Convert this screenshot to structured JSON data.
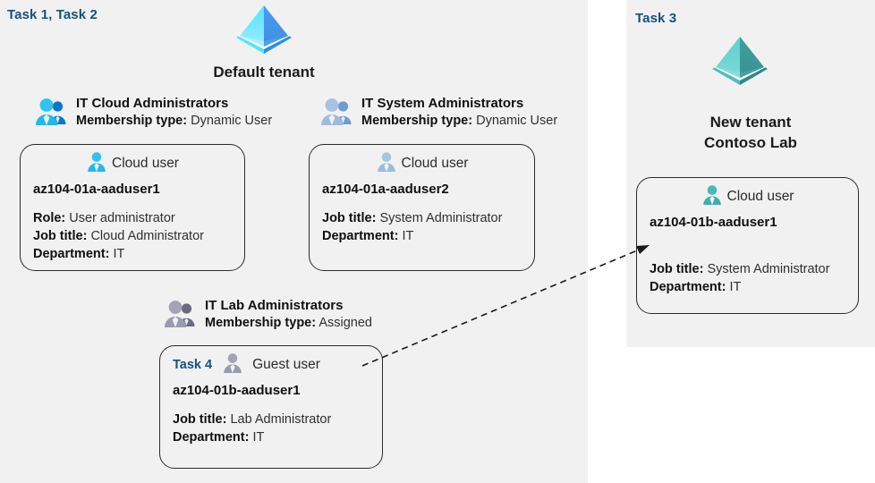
{
  "left_panel": {
    "task_label": "Task 1, Task 2",
    "tenant_name": "Default tenant",
    "tenant_icon": "azure-ad-tenant-icon-blue",
    "groups": [
      {
        "icon": "group-users-icon-cyan",
        "title": "IT Cloud Administrators",
        "meta_label": "Membership type:",
        "meta_value": "Dynamic User"
      },
      {
        "icon": "group-users-icon-blue",
        "title": "IT System Administrators",
        "meta_label": "Membership type:",
        "meta_value": "Dynamic User"
      },
      {
        "icon": "group-users-icon-grey",
        "title": "IT Lab Administrators",
        "meta_label": "Membership type:",
        "meta_value": "Assigned"
      }
    ],
    "cards": [
      {
        "user_icon": "cloud-user-icon-cyan",
        "user_type": "Cloud user",
        "name": "az104-01a-aaduser1",
        "attrs": [
          {
            "label": "Role:",
            "value": "User administrator"
          },
          {
            "label": "Job title:",
            "value": "Cloud Administrator"
          },
          {
            "label": "Department:",
            "value": "IT"
          }
        ]
      },
      {
        "user_icon": "cloud-user-icon-blue",
        "user_type": "Cloud user",
        "name": "az104-01a-aaduser2",
        "attrs": [
          {
            "label": "Job title:",
            "value": "System Administrator"
          },
          {
            "label": "Department:",
            "value": "IT"
          }
        ]
      },
      {
        "inline_task": "Task 4",
        "user_icon": "guest-user-icon-grey",
        "user_type": "Guest user",
        "name": "az104-01b-aaduser1",
        "attrs": [
          {
            "label": "Job title:",
            "value": "Lab Administrator"
          },
          {
            "label": "Department:",
            "value": "IT"
          }
        ]
      }
    ]
  },
  "right_panel": {
    "task_label": "Task 3",
    "tenant_icon": "azure-ad-tenant-icon-teal",
    "tenant_name_line1": "New  tenant",
    "tenant_name_line2": "Contoso Lab",
    "card": {
      "user_icon": "cloud-user-icon-teal",
      "user_type": "Cloud user",
      "name": "az104-01b-aaduser1",
      "attrs": [
        {
          "label": "Job title:",
          "value": "System Administrator"
        },
        {
          "label": "Department:",
          "value": "IT"
        }
      ]
    }
  },
  "connector": {
    "name": "guest-invite-arrow",
    "style": "dashed",
    "color": "#1a1a1a"
  }
}
